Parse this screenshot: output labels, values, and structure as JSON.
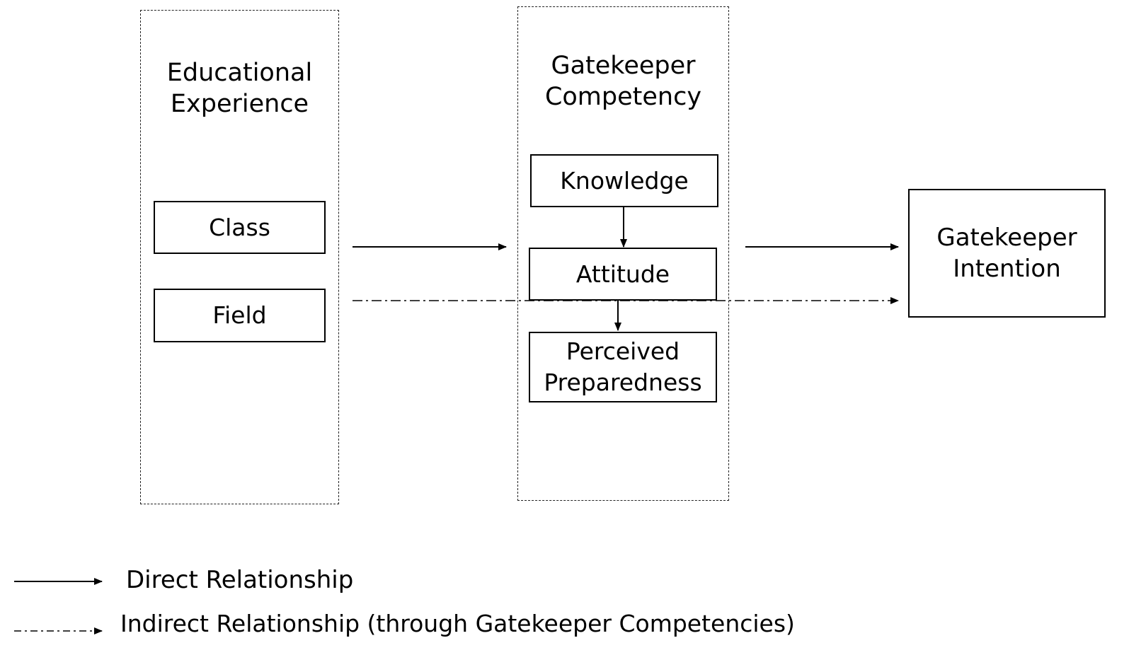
{
  "groups": {
    "educational_experience": {
      "title_line1": "Educational",
      "title_line2": "Experience"
    },
    "gatekeeper_competency": {
      "title_line1": "Gatekeeper",
      "title_line2": "Competency"
    }
  },
  "nodes": {
    "class": "Class",
    "field": "Field",
    "knowledge": "Knowledge",
    "attitude": "Attitude",
    "perceived_preparedness_line1": "Perceived",
    "perceived_preparedness_line2": "Preparedness",
    "gatekeeper_intention_line1": "Gatekeeper",
    "gatekeeper_intention_line2": "Intention"
  },
  "legend": {
    "direct": "Direct Relationship",
    "indirect": "Indirect Relationship (through Gatekeeper Competencies)"
  }
}
